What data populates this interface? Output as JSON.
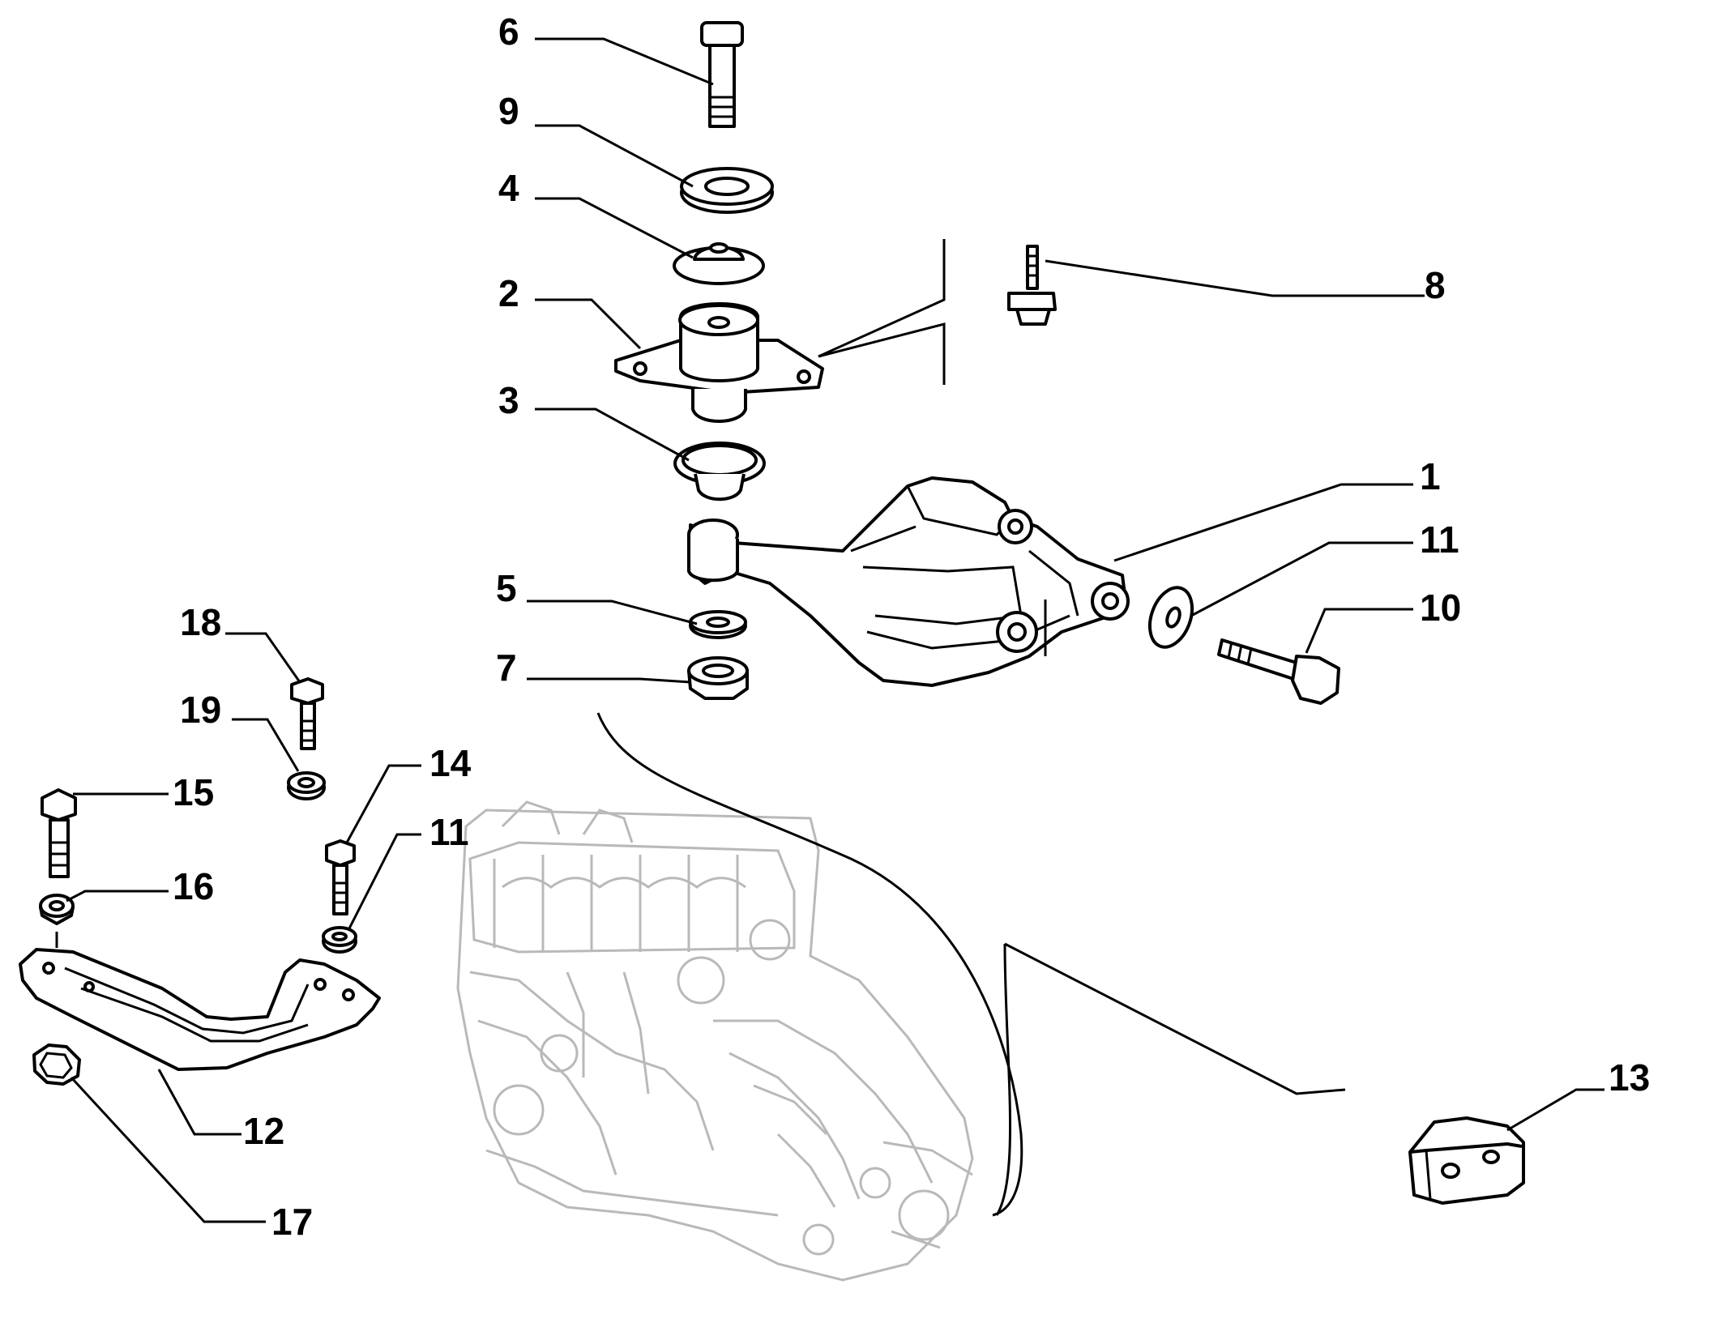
{
  "colors": {
    "ink": "#000000",
    "engine_outline": "#b9b9b9",
    "background": "#ffffff"
  },
  "callouts": [
    {
      "id": "p6",
      "label": "6"
    },
    {
      "id": "p9",
      "label": "9"
    },
    {
      "id": "p4",
      "label": "4"
    },
    {
      "id": "p2",
      "label": "2"
    },
    {
      "id": "p3",
      "label": "3"
    },
    {
      "id": "p8",
      "label": "8"
    },
    {
      "id": "p1",
      "label": "1"
    },
    {
      "id": "p11a",
      "label": "11"
    },
    {
      "id": "p10",
      "label": "10"
    },
    {
      "id": "p5",
      "label": "5"
    },
    {
      "id": "p7",
      "label": "7"
    },
    {
      "id": "p18",
      "label": "18"
    },
    {
      "id": "p19",
      "label": "19"
    },
    {
      "id": "p15",
      "label": "15"
    },
    {
      "id": "p14",
      "label": "14"
    },
    {
      "id": "p11b",
      "label": "11"
    },
    {
      "id": "p16",
      "label": "16"
    },
    {
      "id": "p12",
      "label": "12"
    },
    {
      "id": "p17",
      "label": "17"
    },
    {
      "id": "p13",
      "label": "13"
    }
  ]
}
